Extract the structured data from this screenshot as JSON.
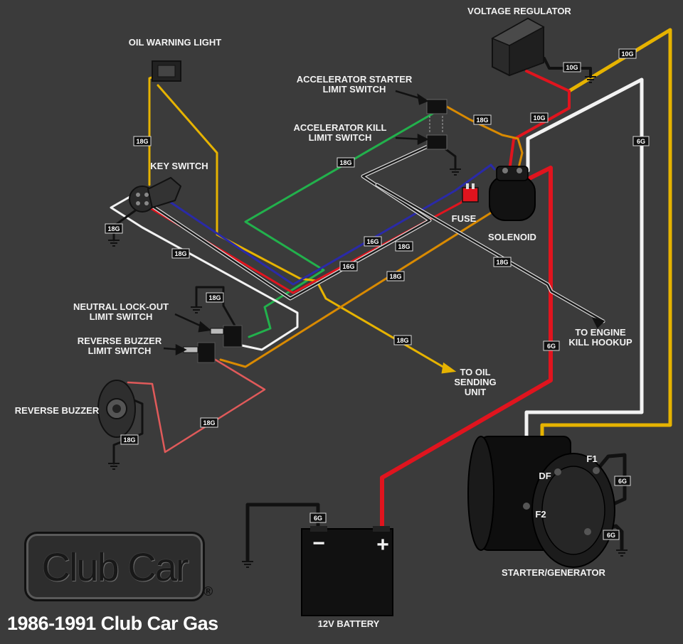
{
  "title": "1986-1991 Club Car Gas",
  "logo": {
    "text": "Club Car",
    "reg": "®"
  },
  "components": {
    "voltage_regulator": "VOLTAGE REGULATOR",
    "oil_warning_light": "OIL WARNING LIGHT",
    "accel_starter_1": "ACCELERATOR STARTER",
    "accel_starter_2": "LIMIT SWITCH",
    "accel_kill_1": "ACCELERATOR KILL",
    "accel_kill_2": "LIMIT SWITCH",
    "key_switch": "KEY SWITCH",
    "fuse": "FUSE",
    "solenoid": "SOLENOID",
    "neutral_1": "NEUTRAL LOCK-OUT",
    "neutral_2": "LIMIT SWITCH",
    "reverse_buzzer_sw_1": "REVERSE BUZZER",
    "reverse_buzzer_sw_2": "LIMIT SWITCH",
    "engine_kill_1": "TO ENGINE",
    "engine_kill_2": "KILL HOOKUP",
    "oil_sending_1": "TO OIL",
    "oil_sending_2": "SENDING",
    "oil_sending_3": "UNIT",
    "reverse_buzzer": "REVERSE BUZZER",
    "battery": "12V BATTERY",
    "battery_minus": "−",
    "battery_plus": "+",
    "starter_generator": "STARTER/GENERATOR",
    "terminal_df": "DF",
    "terminal_f1": "F1",
    "terminal_f2": "F2"
  },
  "gauges": {
    "g10_reg": "10G",
    "g10_top": "10G",
    "g10_mid": "10G",
    "g6_white": "6G",
    "g6_red": "6G",
    "g6_batt": "6G",
    "g6_f1": "6G",
    "g6_a": "6G",
    "g18_oil": "18G",
    "g18_orange_top": "18G",
    "g18_green": "18G",
    "g18_key_gnd": "18G",
    "g18_white": "18G",
    "g16_a": "16G",
    "g18_red": "18G",
    "g16_b": "16G",
    "g18_engine": "18G",
    "g18_orange": "18G",
    "g18_neutral": "18G",
    "g18_oil_send": "18G",
    "g18_buzzer": "18G",
    "g18_buzzer_gnd": "18G"
  },
  "colors": {
    "background": "#3b3b3b",
    "wire_yellow": "#e6b300",
    "wire_white": "#f2f2f2",
    "wire_red": "#e0141e",
    "wire_green": "#22b14c",
    "wire_blue": "#2a2aa8",
    "wire_orange": "#d98a00",
    "wire_black": "#111111",
    "wire_pink": "#e05a5a"
  }
}
